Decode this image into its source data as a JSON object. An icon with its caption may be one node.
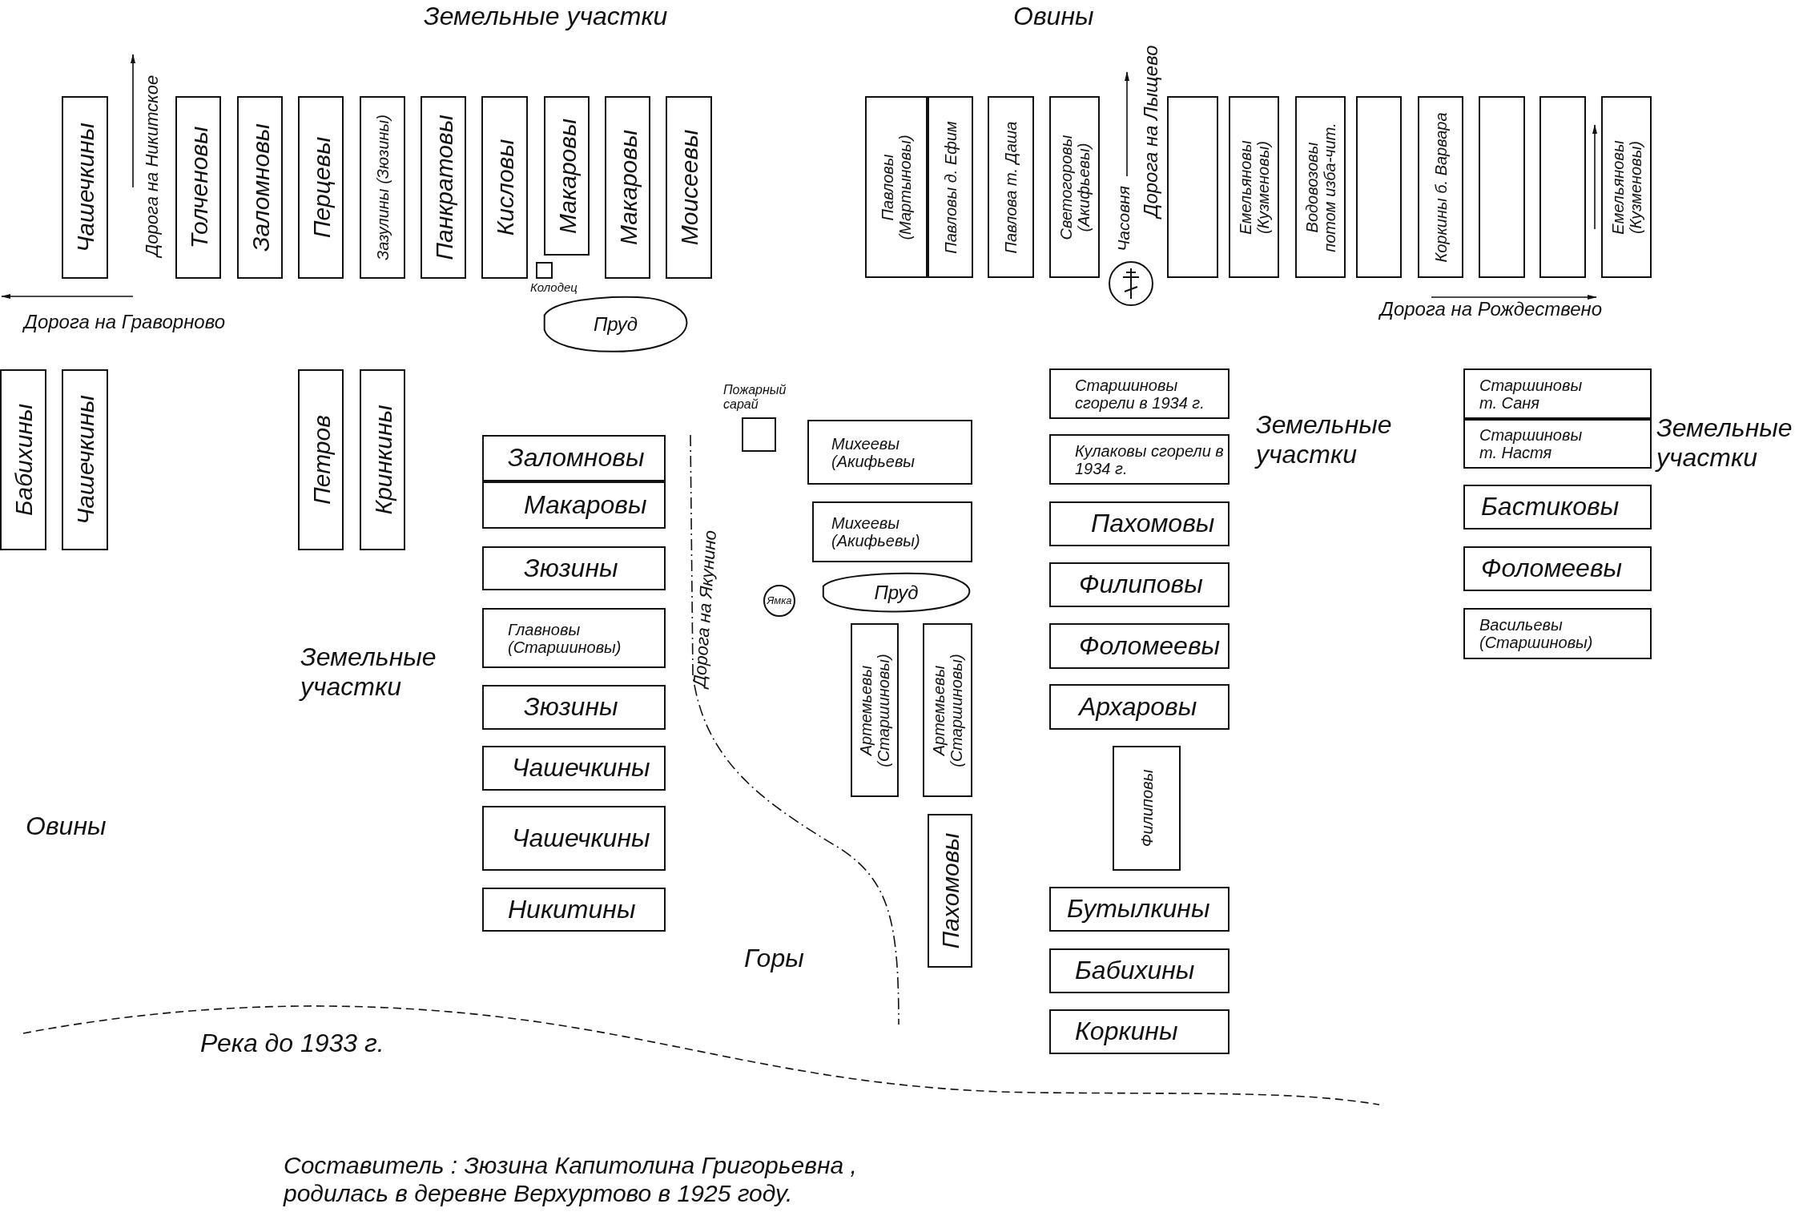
{
  "diagram": {
    "caption": "Составитель : Зюзина Капитолина Григорьевна , родилась в деревне Верхуртово в 1925 году.",
    "nodes": [
      {
        "text": [
          "Чашечкины"
        ]
      },
      {
        "text": [
          "Толченовы"
        ]
      },
      {
        "text": [
          "Заломновы"
        ]
      },
      {
        "text": [
          "Перцевы"
        ]
      },
      {
        "text": [
          "Зазулины (Зюзины)"
        ]
      },
      {
        "text": [
          "Панкратовы"
        ]
      },
      {
        "text": [
          "Кисловы"
        ]
      },
      {
        "text": [
          "Макаровы"
        ]
      },
      {
        "text": [
          "Макаровы"
        ]
      },
      {
        "text": [
          "Моисеевы"
        ]
      },
      {
        "text": [
          "Павловы (Мартыновы)"
        ]
      },
      {
        "text": [
          "Павловы д. Ефим"
        ]
      },
      {
        "text": [
          "Павлова т. Даша"
        ]
      },
      {
        "text": [
          "Светогоровы (Акифьевы)"
        ]
      },
      {
        "text": [],
        "shape": "box"
      },
      {
        "text": [
          "Емельяновы (Кузменовы)"
        ]
      },
      {
        "text": [
          "Водовозовы потом изба-чит."
        ]
      },
      {
        "text": [],
        "shape": "box"
      },
      {
        "text": [
          "Коркины б. Варвара"
        ]
      },
      {
        "text": [],
        "shape": "box"
      },
      {
        "text": [],
        "shape": "box"
      },
      {
        "text": [
          "Емельяновы (Кузменовы)"
        ]
      },
      {
        "text": [],
        "shape": "box",
        "beside": [
          "Колодец"
        ]
      },
      {
        "text": [],
        "shape": "circle",
        "beside": [
          "Часовня"
        ]
      },
      {
        "text": [
          "Пруд"
        ]
      },
      {
        "text": [
          "Бабихины"
        ]
      },
      {
        "text": [
          "Чашечкины"
        ]
      },
      {
        "text": [
          "Петров"
        ]
      },
      {
        "text": [
          "Кринкины"
        ]
      },
      {
        "text": [
          "Старшиновы сгорели в 1934 г."
        ]
      },
      {
        "text": [
          "Старшиновы т. Саня"
        ]
      },
      {
        "text": [
          "Старшиновы т. Настя"
        ]
      },
      {
        "text": [],
        "shape": "box",
        "beside": [
          "Пожарный сарай"
        ]
      },
      {
        "text": [
          "Заломновы"
        ]
      },
      {
        "text": [
          "Макаровы"
        ]
      },
      {
        "text": [
          "Михеевы (Акифьевы"
        ]
      },
      {
        "text": [
          "Кулаковы сгорели в 1934 г."
        ]
      },
      {
        "text": [
          "Бастиковы"
        ]
      },
      {
        "text": [
          "Пахомовы"
        ]
      },
      {
        "text": [
          "Зюзины"
        ]
      },
      {
        "text": [
          "Михеевы (Акифьевы)"
        ]
      },
      {
        "text": [
          "Фоломеевы"
        ]
      },
      {
        "text": [
          "Ямка"
        ]
      },
      {
        "text": [
          "Пруд"
        ]
      },
      {
        "text": [
          "Филиповы"
        ]
      },
      {
        "text": [
          "Главновы (Старшиновы)"
        ]
      },
      {
        "text": [
          "Васильевы (Старшиновы)"
        ]
      },
      {
        "text": [
          "Артемьевы (Старшиновы)"
        ]
      },
      {
        "text": [
          "Артемьевы (Старшиновы)"
        ]
      },
      {
        "text": [
          "Фоломеевы"
        ]
      },
      {
        "text": [
          "Зюзины"
        ]
      },
      {
        "text": [
          "Архаровы"
        ]
      },
      {
        "text": [
          "Чашечкины"
        ]
      },
      {
        "text": [
          "Филиповы"
        ]
      },
      {
        "text": [
          "Чашечкины"
        ]
      },
      {
        "text": [
          "Пахомовы"
        ]
      },
      {
        "text": [
          "Никитины"
        ]
      },
      {
        "text": [
          "Бутылкины"
        ]
      },
      {
        "text": [
          "Бабихины"
        ]
      },
      {
        "text": [
          "Коркины"
        ]
      }
    ],
    "edges": [],
    "labels": [
      "Земельные участки",
      "Овины",
      "Дорога на Никитское",
      "Дорога на Лыщево",
      "Дорога на Граворново",
      "Дорога на Рождествено",
      "Земельные участки",
      "Земельные участки",
      "Дорога на Якунино",
      "Земельные участки",
      "Овины",
      "Горы",
      "Река до 1933 г."
    ]
  }
}
